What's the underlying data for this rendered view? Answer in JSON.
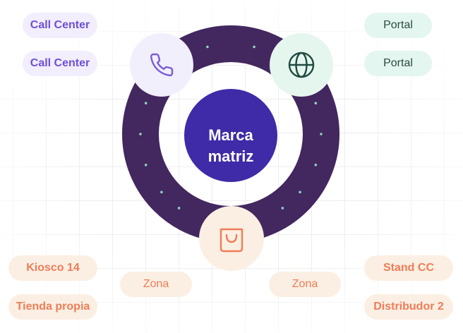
{
  "center": {
    "label": "Marca\nmatriz"
  },
  "channels": {
    "phone": {
      "icon": "phone-icon"
    },
    "web": {
      "icon": "globe-icon"
    },
    "store": {
      "icon": "shopping-bag-icon"
    }
  },
  "left_top_pills": [
    "Call Center",
    "Call Center"
  ],
  "right_top_pills": [
    "Portal",
    "Portal"
  ],
  "bottom_left_pills": [
    "Kiosco 14",
    "Tienda propia"
  ],
  "bottom_right_pills": [
    "Stand CC",
    "Distribudor 2"
  ],
  "zone_pills": [
    "Zona",
    "Zona"
  ],
  "colors": {
    "ring": "#43275f",
    "center": "#3f2aa7",
    "phone_bg": "#f1effb",
    "phone_icon": "#7a5bd8",
    "web_bg": "#e5f6ef",
    "web_icon": "#1f4a40",
    "store_bg": "#fbefe3",
    "store_icon": "#ef7d58",
    "dot": "#8fd3c3"
  }
}
